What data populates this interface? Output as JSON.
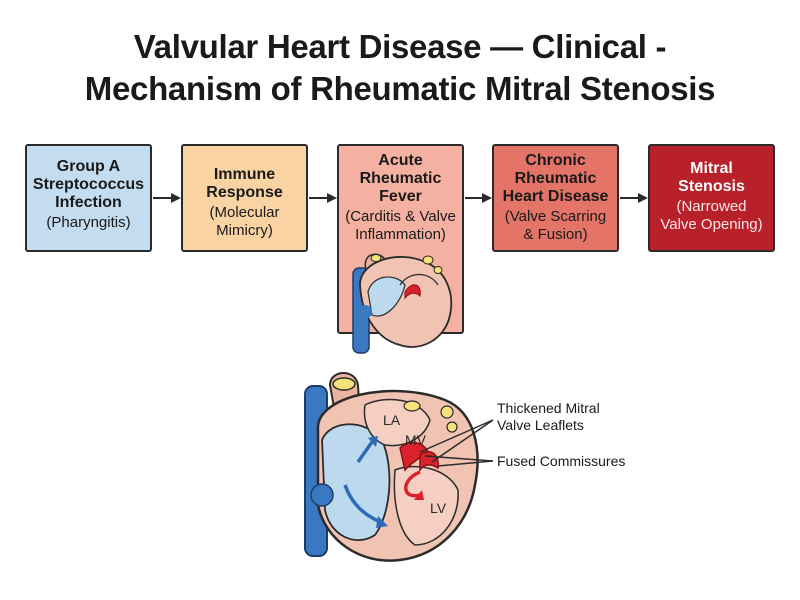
{
  "title": {
    "line1": "Valvular Heart Disease — Clinical -",
    "line2": "Mechanism of Rheumatic Mitral Stenosis"
  },
  "steps": [
    {
      "title": [
        "Group A",
        "Streptococcus",
        "Infection"
      ],
      "subtitle": [
        "(Pharyngitis)"
      ],
      "color": "#c4dcef"
    },
    {
      "title": [
        "Immune",
        "Response"
      ],
      "subtitle": [
        "(Molecular",
        "Mimicry)"
      ],
      "color": "#f9d3a2"
    },
    {
      "title": [
        "Acute",
        "Rheumatic",
        "Fever"
      ],
      "subtitle": [
        "(Carditis & Valve",
        "Inflammation)"
      ],
      "color": "#f4b1a1"
    },
    {
      "title": [
        "Chronic",
        "Rheumatic",
        "Heart Disease"
      ],
      "subtitle": [
        "(Valve Scarring",
        "& Fusion)"
      ],
      "color": "#e47467"
    },
    {
      "title": [
        "Mitral",
        "Stenosis"
      ],
      "subtitle": [
        "(Narrowed",
        "Valve Opening)"
      ],
      "color": "#b8202a"
    }
  ],
  "heart_diagram": {
    "chambers": {
      "la": "LA",
      "mv": "MV",
      "lv": "LV"
    },
    "annotations": {
      "thickened_line1": "Thickened Mitral",
      "thickened_line2": "Valve Leaflets",
      "fused": "Fused Commissures"
    }
  },
  "colors": {
    "blood_vessel": "#3a78c2",
    "heart_tissue": "#f1c3b3",
    "valve_red": "#d9222b",
    "fat_yellow": "#f6e27a"
  }
}
